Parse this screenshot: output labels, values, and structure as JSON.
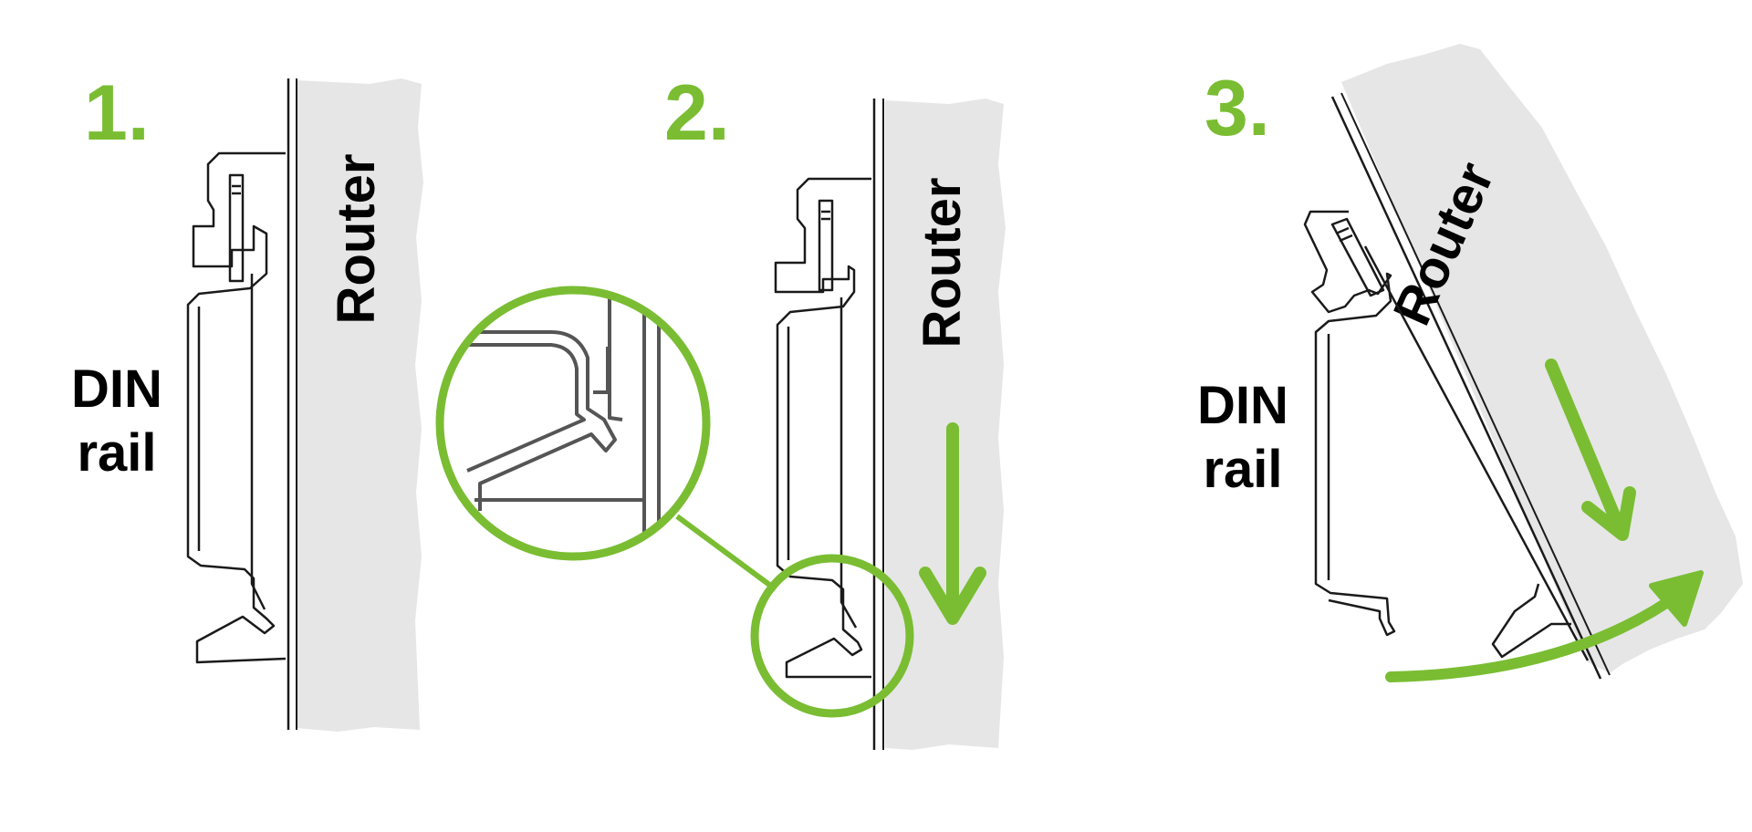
{
  "steps": [
    {
      "number": "1.",
      "router_label": "Router",
      "rail_label_line1": "DIN",
      "rail_label_line2": "rail"
    },
    {
      "number": "2.",
      "router_label": "Router"
    },
    {
      "number": "3.",
      "router_label": "Router",
      "rail_label_line1": "DIN",
      "rail_label_line2": "rail"
    }
  ],
  "colors": {
    "accent": "#7ABD32",
    "router_fill": "#E6E6E6",
    "line": "#1a1a1a",
    "text": "#000000"
  }
}
